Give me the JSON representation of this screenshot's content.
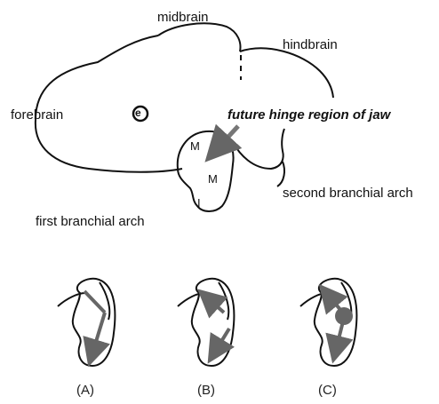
{
  "labels": {
    "midbrain": "midbrain",
    "hindbrain": "hindbrain",
    "forebrain": "forebrain",
    "eye": "e",
    "hinge": "future hinge region of jaw",
    "second_arch": "second branchial arch",
    "first_arch": "first branchial arch",
    "m_top": "M",
    "m_mid": "M",
    "i_low": "I"
  },
  "panels": [
    {
      "label": "(A)"
    },
    {
      "label": "(B)"
    },
    {
      "label": "(C)"
    }
  ],
  "colors": {
    "outline": "#111111",
    "arrow": "#666666",
    "hinge_arrow": "#777777"
  }
}
